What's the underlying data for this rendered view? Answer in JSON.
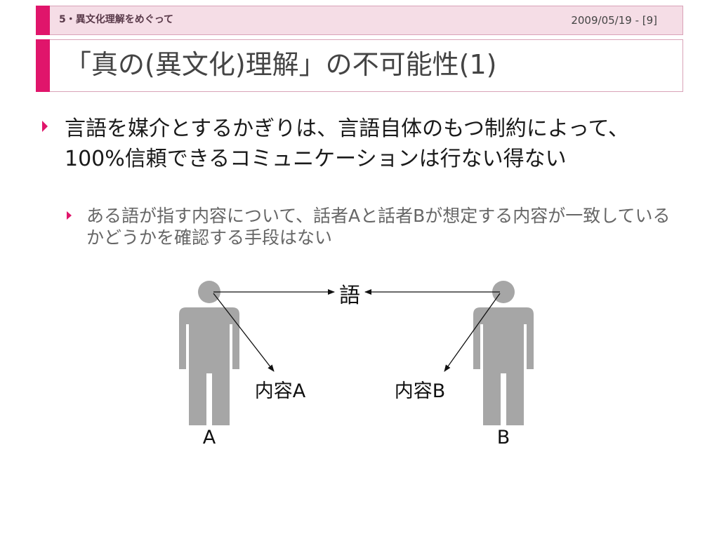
{
  "header": {
    "section": "5・異文化理解をめぐって",
    "date": "2009/05/19 - [9]"
  },
  "title": "「真の(異文化)理解」の不可能性(1)",
  "bullets": {
    "main": "言語を媒介とするかぎりは、言語自体のもつ制約によって、100%信頼できるコミュニケーションは行ない得ない",
    "sub": "ある語が指す内容について、話者Aと話者Bが想定する内容が一致しているかどうかを確認する手段はない"
  },
  "diagram": {
    "word": "語",
    "content_a": "内容A",
    "content_b": "内容B",
    "person_a": "A",
    "person_b": "B",
    "figure_color": "#a6a6a6"
  },
  "colors": {
    "accent": "#e0156b",
    "header_bg": "#f5dde6",
    "border": "#d9a3b8"
  }
}
